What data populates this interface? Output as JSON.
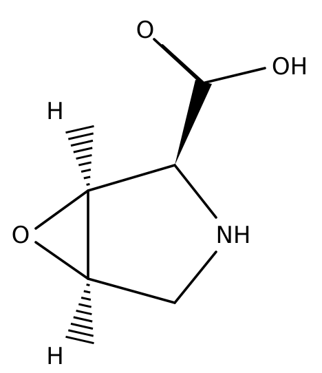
{
  "atoms": {
    "carbonyl_o": "O",
    "hydroxyl": "OH",
    "amine": "NH",
    "epoxide_o": "O",
    "h_top": "H",
    "h_bottom": "H"
  }
}
